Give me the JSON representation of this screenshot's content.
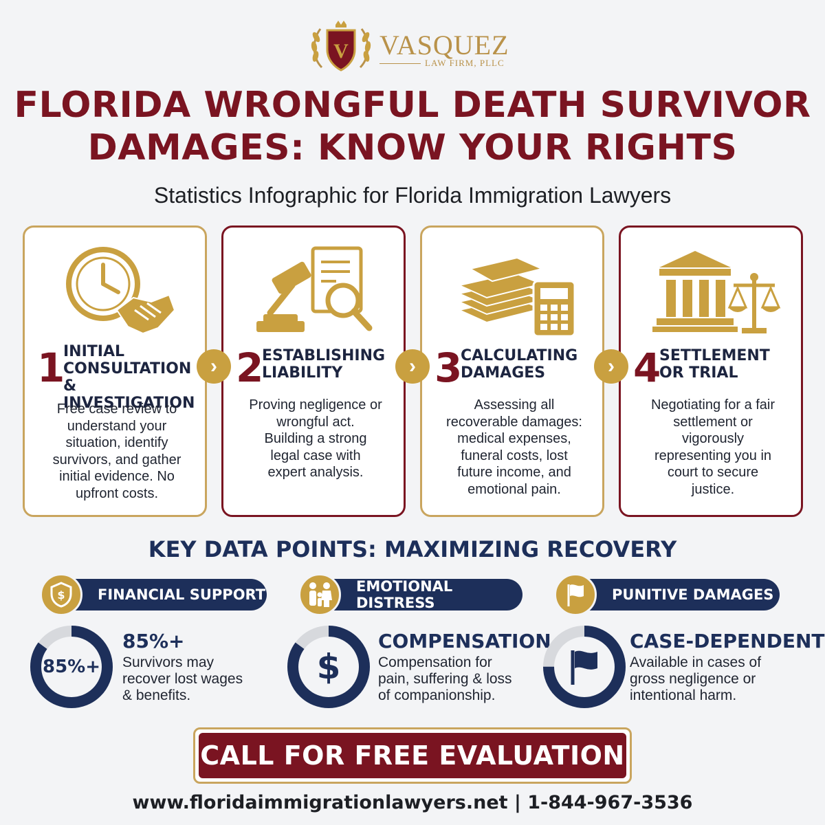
{
  "logo": {
    "name": "VASQUEZ",
    "subtitle": "LAW FIRM, PLLC",
    "emblem_letter": "V"
  },
  "title": {
    "line1": "FLORIDA WRONGFUL DEATH SURVIVOR",
    "line2": "DAMAGES: KNOW YOUR RIGHTS"
  },
  "subtitle": "Statistics Infographic for Florida Immigration Lawyers",
  "colors": {
    "maroon": "#7a1421",
    "gold": "#c9a040",
    "navy": "#1d2f5a",
    "background": "#f3f4f6"
  },
  "steps": [
    {
      "number": "1",
      "title": [
        "INITIAL",
        "CONSULTATION",
        "& INVESTIGATION"
      ],
      "description": [
        "Free case review to",
        "understand your",
        "situation, identify",
        "survivors, and gather",
        "initial evidence. No",
        "upfront costs."
      ],
      "icon": "clock-handshake-icon"
    },
    {
      "number": "2",
      "title": [
        "ESTABLISHING",
        "LIABILITY"
      ],
      "description": [
        "Proving negligence or",
        "wrongful act.",
        "Building a strong",
        "legal case with",
        "expert analysis."
      ],
      "icon": "gavel-magnifier-icon"
    },
    {
      "number": "3",
      "title": [
        "CALCULATING",
        "DAMAGES"
      ],
      "description": [
        "Assessing all",
        "recoverable damages:",
        "medical expenses,",
        "funeral costs, lost",
        "future income, and",
        "emotional pain."
      ],
      "icon": "money-calculator-icon"
    },
    {
      "number": "4",
      "title": [
        "SETTLEMENT",
        "OR TRIAL"
      ],
      "description": [
        "Negotiating for a fair",
        "settlement or",
        "vigorously",
        "representing you in",
        "court to secure",
        "justice."
      ],
      "icon": "courthouse-scales-icon"
    }
  ],
  "key_section": {
    "title": "KEY DATA POINTS: MAXIMIZING RECOVERY",
    "items": [
      {
        "pill": "FINANCIAL SUPPORT",
        "badge_icon": "shield-dollar-icon",
        "ring_label": "85%+",
        "ring_fill": 0.85,
        "headline": "85%+",
        "description": [
          "Survivors may",
          "recover lost wages",
          "& benefits."
        ]
      },
      {
        "pill": "EMOTIONAL DISTRESS",
        "badge_icon": "family-icon",
        "ring_symbol": "$",
        "ring_fill": 0.85,
        "headline": "COMPENSATION",
        "description": [
          "Compensation for",
          "pain, suffering & loss",
          "of companionship."
        ]
      },
      {
        "pill": "PUNITIVE DAMAGES",
        "badge_icon": "flag-icon",
        "ring_fill": 0.75,
        "headline": "CASE-DEPENDENT",
        "description": [
          "Available in cases of",
          "gross negligence or",
          "intentional harm."
        ]
      }
    ]
  },
  "cta": "CALL FOR FREE EVALUATION",
  "footer": "www.floridaimmigrationlawyers.net | 1-844-967-3536"
}
